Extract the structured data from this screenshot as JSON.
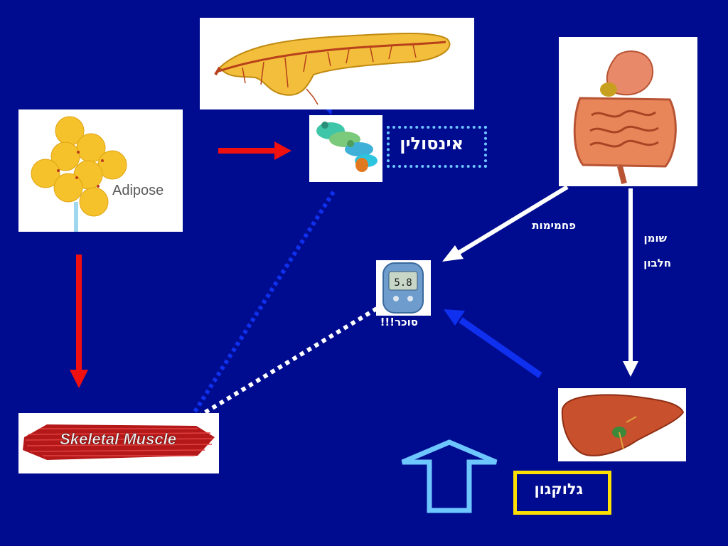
{
  "organs": {
    "adipose_label": "Adipose",
    "muscle_label": "Skeletal Muscle",
    "meter_reading": "5.8"
  },
  "labels": {
    "insulin": "אינסולין",
    "glucagon": "גלוקגון",
    "sugar": "סוכר!!!",
    "carbs": "פחמימות",
    "fat": "שומן",
    "protein": "חלבון"
  },
  "colors": {
    "background": "#000C8F",
    "red_arrow": "#F01010",
    "blue_arrow": "#1030F0",
    "white_arrow": "#FFFFFF",
    "glucagon_arrow": "#6EC6FF",
    "insulin_box": "#6EC6FF",
    "glucagon_box": "#FFE000"
  }
}
